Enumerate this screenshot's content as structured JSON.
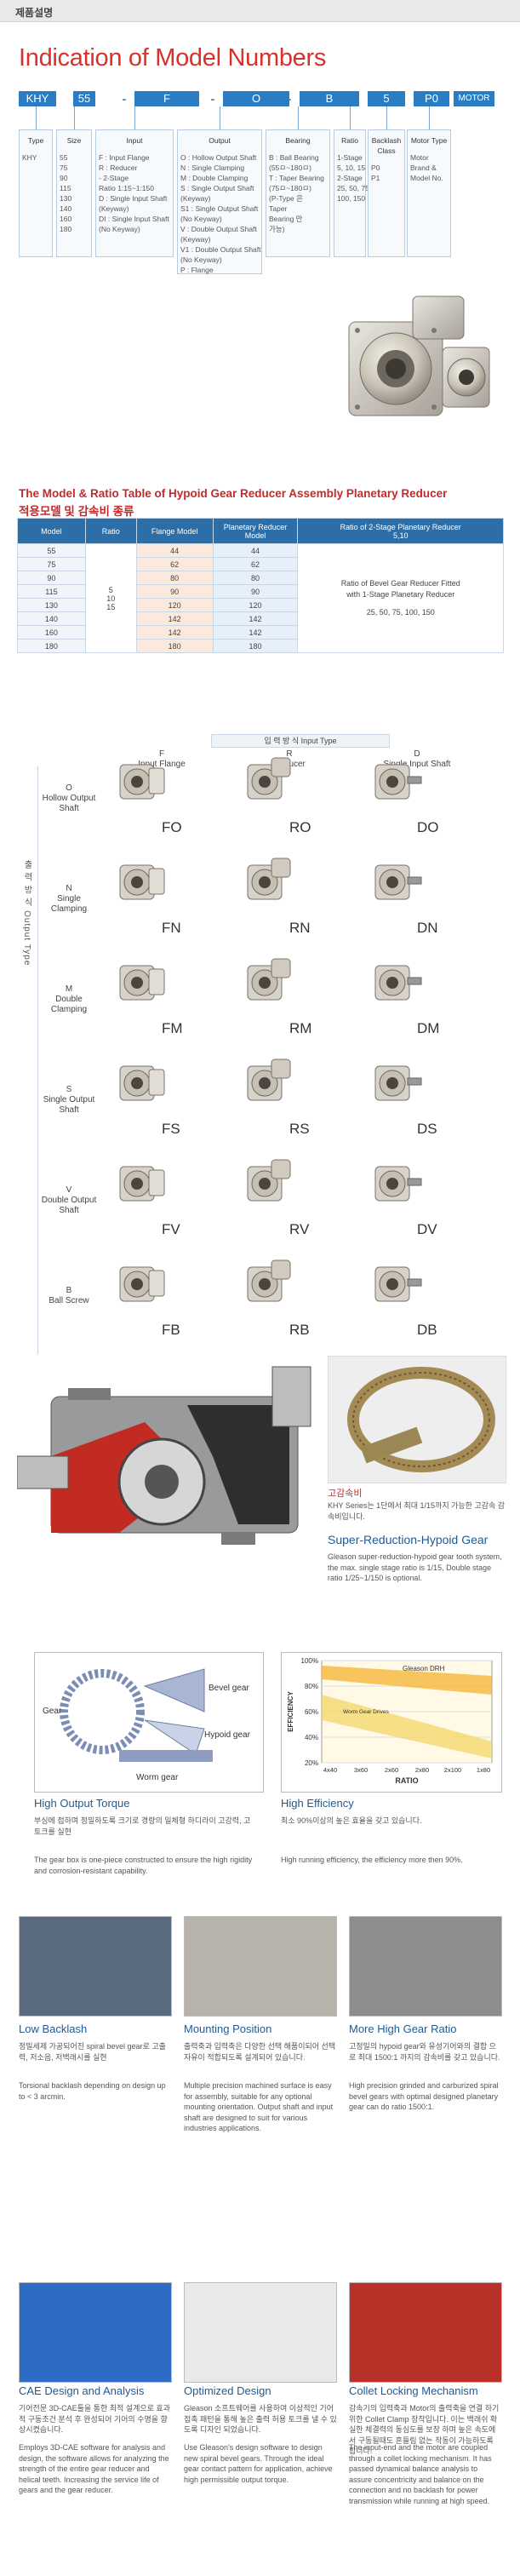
{
  "header": {
    "label": "제품설명"
  },
  "title": "Indication of Model Numbers",
  "code": {
    "parts": [
      "KHY",
      "55",
      "F",
      "O",
      "B",
      "5",
      "P0",
      "MOTOR"
    ],
    "dash": "-"
  },
  "columns": [
    {
      "head": "Type",
      "lines": [
        "",
        "KHY"
      ]
    },
    {
      "head": "Size",
      "lines": [
        "",
        "55",
        "75",
        "90",
        "115",
        "130",
        "140",
        "160",
        "180"
      ]
    },
    {
      "head": "Input",
      "lines": [
        "",
        "F : Input Flange",
        "R : Reducer",
        "   - 2-Stage",
        "     Ratio 1:15~1:150",
        "D : Single Input Shaft",
        "     (Keyway)",
        "DI : Single Input Shaft",
        "     (No Keyway)"
      ]
    },
    {
      "head": "Output",
      "lines": [
        "",
        "O : Hollow Output Shaft",
        "N : Single Clamping",
        "M : Double Clamping",
        "S : Single Output Shaft",
        "     (Keyway)",
        "S1 : Single Output Shaft",
        "     (No Keyway)",
        "V : Double Output Shaft",
        "     (Keyway)",
        "V1 : Double Output Shaft",
        "     (No Keyway)",
        "P : Flange"
      ]
    },
    {
      "head": "Bearing",
      "lines": [
        "",
        "B : Ball Bearing",
        "     (55ㅁ~180ㅁ)",
        "",
        "T : Taper Bearing",
        "     (75ㅁ~180ㅁ)",
        "",
        "(P-Type 은",
        "   Taper",
        "   Bearing 만",
        "   가능)"
      ]
    },
    {
      "head": "Ratio",
      "lines": [
        "",
        "1-Stage",
        "5, 10, 15",
        "",
        "2-Stage",
        "25, 50, 75,",
        "100, 150"
      ]
    },
    {
      "head": "Backlash Class",
      "lines": [
        "",
        "P0",
        "P1"
      ]
    },
    {
      "head": "Motor Type",
      "lines": [
        "",
        "Motor",
        "Brand &",
        "Model No."
      ]
    }
  ],
  "table": {
    "title1": "The Model & Ratio Table of Hypoid Gear Reducer Assembly Planetary Reducer",
    "title2": "적용모델 및 감속비 종류",
    "headers": [
      "Model",
      "Ratio",
      "Flange Model",
      "Planetary Reducer Model",
      "Ratio of 2-Stage Planetary Reducer"
    ],
    "ratio_of_2stage_head_sub": "5,10",
    "ratio_cell": "5\n10\n15",
    "rows": [
      [
        "55",
        "44",
        "44"
      ],
      [
        "75",
        "62",
        "62"
      ],
      [
        "90",
        "80",
        "80"
      ],
      [
        "115",
        "90",
        "90"
      ],
      [
        "130",
        "120",
        "120"
      ],
      [
        "140",
        "142",
        "142"
      ],
      [
        "160",
        "142",
        "142"
      ],
      [
        "180",
        "180",
        "180"
      ]
    ],
    "note1": "Ratio of Bevel Gear Reducer Fitted",
    "note2": "with 1-Stage Planetary Reducer",
    "note3": "25, 50, 75, 100, 150"
  },
  "grid": {
    "input_type_label": "입 력 방 식  Input Type",
    "cols": [
      {
        "k": "F",
        "n": "Input Flange"
      },
      {
        "k": "R",
        "n": "Reducer"
      },
      {
        "k": "D",
        "n": "Single Input Shaft"
      }
    ],
    "output_type_label": "출 력 방 식  Output Type",
    "rows": [
      {
        "k": "O",
        "n": "Hollow Output Shaft",
        "codes": [
          "FO",
          "RO",
          "DO"
        ]
      },
      {
        "k": "N",
        "n": "Single Clamping",
        "codes": [
          "FN",
          "RN",
          "DN"
        ]
      },
      {
        "k": "M",
        "n": "Double Clamping",
        "codes": [
          "FM",
          "RM",
          "DM"
        ]
      },
      {
        "k": "S",
        "n": "Single Output Shaft",
        "codes": [
          "FS",
          "RS",
          "DS"
        ]
      },
      {
        "k": "V",
        "n": "Double Output Shaft",
        "codes": [
          "FV",
          "RV",
          "DV"
        ]
      },
      {
        "k": "B",
        "n": "Ball Screw",
        "codes": [
          "FB",
          "RB",
          "DB"
        ]
      }
    ]
  },
  "hypoid": {
    "small_title": "고감속비",
    "small_text": "KHY Series는 1단에서 최대 1/15까지 가능한 고감속 감속비입니다.",
    "heading": "Super-Reduction-Hypoid Gear",
    "text": "Gleason super-reduction-hypoid gear tooth system, the max. single stage ratio is 1/15, Double stage ratio 1/25~1/150 is optional."
  },
  "diagram": {
    "labels": [
      "Gear",
      "Bevel gear",
      "Hypoid gear",
      "Worm gear"
    ]
  },
  "efficiency_chart": {
    "type": "area",
    "ylabel": "EFFICIENCY",
    "xlabel": "RATIO",
    "yticks": [
      "100%",
      "80%",
      "60%",
      "40%",
      "20%"
    ],
    "xticks": [
      "4x40",
      "3x60",
      "2x60",
      "2x80",
      "2x100",
      "1x80"
    ],
    "annotations": [
      "Gleason DRH",
      "Worm Gear Drives"
    ]
  },
  "features": [
    {
      "title": "High Output Torque",
      "ko": "부싱에 접하며 정밀하도록 크기로 경량의 일체형 하디라이 고강력, 고토크를 실현",
      "en": "The gear box is one-piece constructed to ensure the high rigidity and corrosion-resistant capability."
    },
    {
      "title": "High Efficiency",
      "ko": "최소 90%이상의 높은 효율을 갖고 있습니다.",
      "en": "High running efficiency, the efficiency more then 90%."
    },
    {
      "title": "Low Backlash",
      "ko": "정밀세제 가공되어진 spiral bevel gear로 고출력, 저소음, 저백래시를 실현",
      "en": "Torsional backlash depending on design up to < 3 arcmin."
    },
    {
      "title": "Mounting Position",
      "ko": "출력축과 입력축은 다양한 선택 해품이되어 선택 자유이 적합되도록 설계되어 있습니다.",
      "en": "Multiple precision machined surface is easy for assembly, suitable for any optional mounting orientation. Output shaft and input shaft are designed to suit for various industries applications."
    },
    {
      "title": "More High Gear Ratio",
      "ko": "고정밀의 hypoid gear와 유성기어와의 결합 으로 최대 1500:1 까지의 감속비를 갖고 있습니다.",
      "en": "High precision grinded and carburized spiral bevel gears with optimal designed planetary gear can do ratio 1500:1."
    },
    {
      "title": "CAE Design and Analysis",
      "ko": "기어전문 3D-CAE툴을 통한 최적 설계으로 효과적 구동조건 분석 후 완성되어 기어의 수명을 향상시켰습니다.",
      "en": "Employs 3D-CAE software for analysis and design, the software allows for analyzing the strength of the entire gear reducer and helical teeth. Increasing the service life of gears and the gear reducer."
    },
    {
      "title": "Optimized Design",
      "ko": "Gleason 소프트웨어를 사용하여 이상적인 기어 접촉 패턴을 통해 높은 출력 허용 토크를 낼 수 있도록 디자인 되었습니다.",
      "en": "Use Gleason's design software to design new spiral bevel gears. Through the ideal gear contact pattern for application, achieve high permissible output torque."
    },
    {
      "title": "Collet Locking Mechanism",
      "ko": "감속기의 입력축과 Motor의 출력축을 연결 하기 위한 Collet Clamp 장착입니다. 이는 백래쉬 확실한 체결력의 동심도를 보장 하며 높은 속도에서 구동될때도 흔들림 없는 작동이 가능하도록 합니다.",
      "en": "The input-end and the motor are coupled through a collet locking mechanism. It has passed dynamical balance analysis to assure concentricity and balance on the connection and no backlash for power transmission while running at high speed."
    }
  ],
  "colors": {
    "accent": "#d7312c",
    "blue": "#2a7dc2",
    "navy": "#2b6ea8"
  }
}
